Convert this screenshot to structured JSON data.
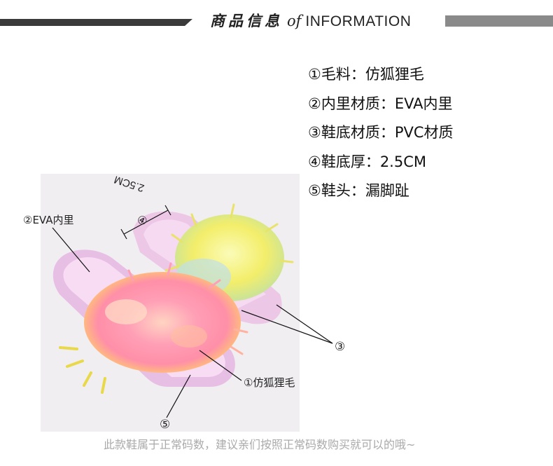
{
  "header": {
    "title_cn": "商品信息",
    "title_of": "of",
    "title_en": "INFORMATION"
  },
  "specs": [
    "①毛料：仿狐狸毛",
    "②内里材质：EVA内里",
    "③鞋底材质：PVC材质",
    "④鞋底厚：2.5CM",
    "⑤鞋头：漏脚趾"
  ],
  "callouts": {
    "lining": "②EVA内里",
    "fur": "①仿狐狸毛",
    "sole": "③",
    "toe": "⑤",
    "thickness_marker": "④",
    "thickness_value": "2.5CM"
  },
  "footer": "此款鞋属于正常码数，建议亲们按照正常码数购买就可以的哦~"
}
